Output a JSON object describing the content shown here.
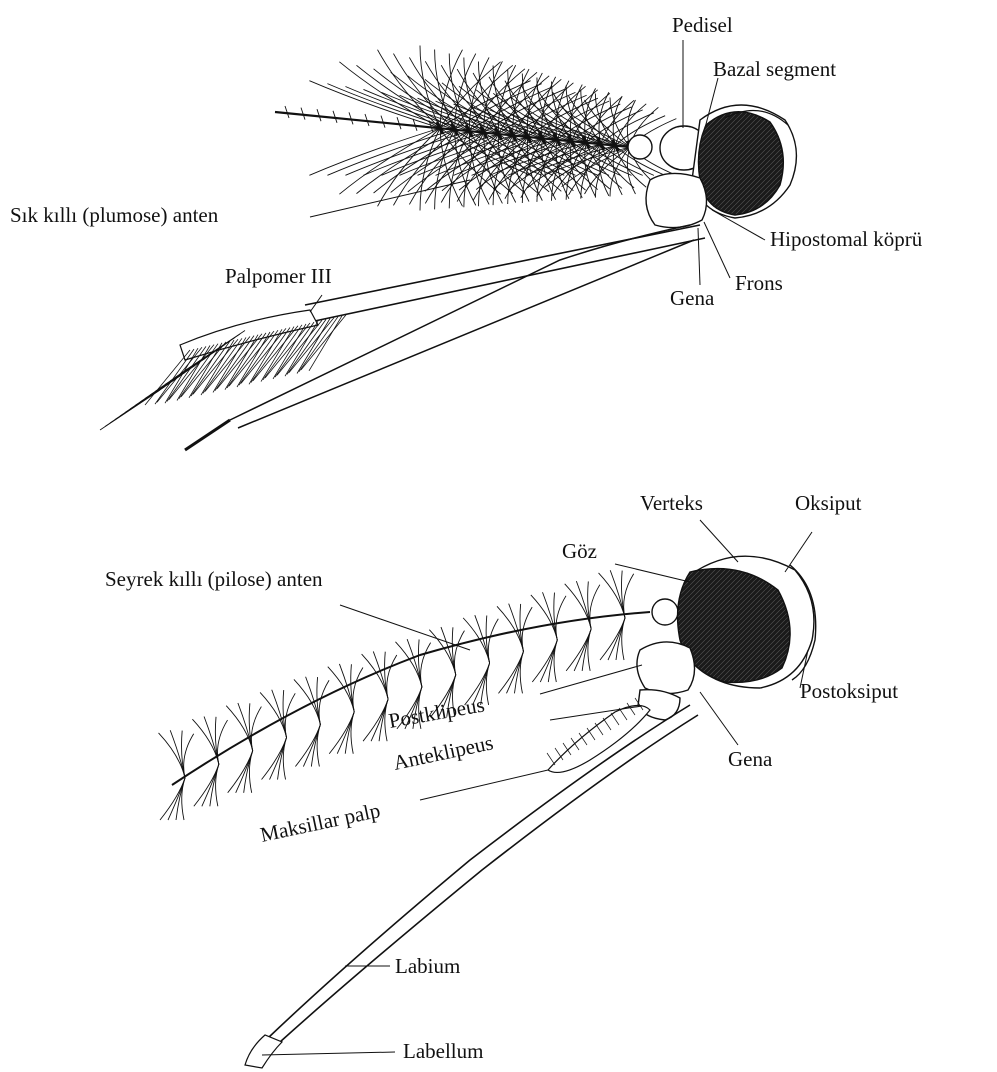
{
  "diagram": {
    "top_specimen": {
      "labels": {
        "pedisel": "Pedisel",
        "bazal_segment": "Bazal segment",
        "plumose_anten": "Sık kıllı (plumose) anten",
        "hipostomal_kopru": "Hipostomal köprü",
        "palpomer_iii": "Palpomer III",
        "frons": "Frons",
        "gena": "Gena"
      }
    },
    "bottom_specimen": {
      "labels": {
        "verteks": "Verteks",
        "oksiput": "Oksiput",
        "goz": "Göz",
        "pilose_anten": "Seyrek kıllı (pilose) anten",
        "postoksiput": "Postoksiput",
        "postklipeus": "Postklipeus",
        "anteklipeus": "Anteklipeus",
        "gena": "Gena",
        "maksillar_palp": "Maksillar palp",
        "labium": "Labium",
        "labellum": "Labellum"
      }
    },
    "colors": {
      "ink": "#111111",
      "eye_fill": "#1a1a1a",
      "background": "#ffffff"
    }
  }
}
